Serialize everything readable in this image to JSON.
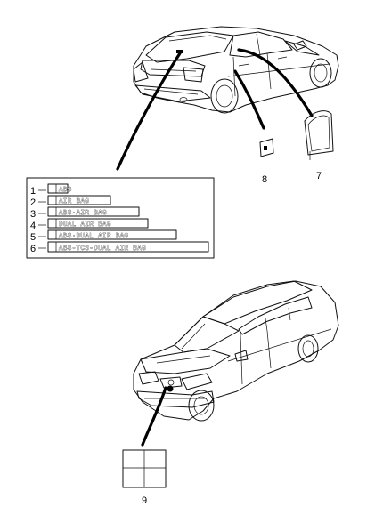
{
  "callouts": {
    "p7": "7",
    "p8": "8",
    "p9": "9"
  },
  "emblems": [
    {
      "num": "1",
      "text": "ABS"
    },
    {
      "num": "2",
      "text": "AIR BAG"
    },
    {
      "num": "3",
      "text": "ABS·AIR BAG"
    },
    {
      "num": "4",
      "text": "DUAL AIR BAG"
    },
    {
      "num": "5",
      "text": "ABS·DUAL AIR BAG"
    },
    {
      "num": "6",
      "text": "ABS-TCS-DUAL AIR BAG"
    }
  ]
}
